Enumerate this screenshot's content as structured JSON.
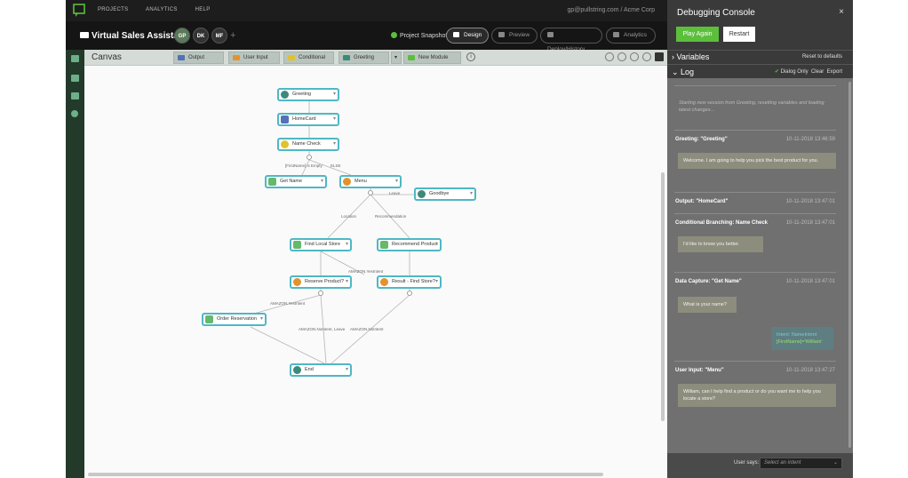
{
  "topnav": {
    "items": [
      "PROJECTS",
      "ANALYTICS",
      "HELP"
    ],
    "account": "gp@pullstring.com / Acme Corp"
  },
  "project": {
    "title": "Virtual Sales Assistant",
    "collaborators": [
      "GP",
      "DK",
      "MF"
    ],
    "add": "+",
    "snapshot": "Project Snapshot",
    "tabs": [
      {
        "label": "Design",
        "active": true
      },
      {
        "label": "Preview",
        "active": false
      },
      {
        "label": "Deploy/History",
        "active": false
      },
      {
        "label": "Analytics",
        "active": false
      }
    ]
  },
  "canvas": {
    "title": "Canvas",
    "modules": [
      "Output",
      "User Input",
      "Conditional",
      "Greeting",
      "New Module"
    ],
    "info": "i",
    "nodes": [
      {
        "id": "greeting",
        "label": "Greeting",
        "kind": "play"
      },
      {
        "id": "homecard",
        "label": "HomeCard",
        "kind": "card"
      },
      {
        "id": "namecheck",
        "label": "Name Check",
        "kind": "cond"
      },
      {
        "id": "getname",
        "label": "Get Name",
        "kind": "cap"
      },
      {
        "id": "menu",
        "label": "Menu",
        "kind": "inp"
      },
      {
        "id": "goodbye",
        "label": "Goodbye",
        "kind": "play"
      },
      {
        "id": "findlocal",
        "label": "Find Local Store",
        "kind": "cap"
      },
      {
        "id": "recommend",
        "label": "Recommend Product",
        "kind": "cap"
      },
      {
        "id": "reserve",
        "label": "Reserve Product?",
        "kind": "inp"
      },
      {
        "id": "result",
        "label": "Result - Find Store?",
        "kind": "inp"
      },
      {
        "id": "order",
        "label": "Order Reservation",
        "kind": "cap"
      },
      {
        "id": "end",
        "label": "End",
        "kind": "play"
      }
    ],
    "edge_labels": [
      "[FirstName] is Empty",
      "ELSE",
      "Leave",
      "Location",
      "Recommendation",
      "AMAZON.YesIntent",
      "AMAZON.YesIntent",
      "AMAZON.NoIntent, Leave",
      "AMAZON.NoIntent"
    ]
  },
  "console": {
    "title": "Debugging Console",
    "close": "×",
    "play_again": "Play Again",
    "restart": "Restart",
    "variables": "Variables",
    "reset": "Reset to defaults",
    "log": "Log",
    "dialog_only": "Dialog Only",
    "clear": "Clear",
    "export": "Export",
    "system_message": "Starting new session from Greeting, resetting variables and loading latest changes...",
    "entries": [
      {
        "title": "Greeting: \"Greeting\"",
        "time": "10-11-2018 13:46:59"
      },
      {
        "title": "Output: \"HomeCard\"",
        "time": "10-11-2018 13:47:01"
      },
      {
        "title": "Conditional Branching: Name Check",
        "time": "10-11-2018 13:47:01"
      },
      {
        "title": "Data Capture: \"Get Name\"",
        "time": "10-11-2018 13:47:01"
      },
      {
        "title": "User Input: \"Menu\"",
        "time": "10-11-2018 13:47:27"
      }
    ],
    "bubbles": {
      "welcome": "Welcome. I am going to help you pick the best product for you.",
      "know": "I'd like to know you better.",
      "ask_name": "What is your name?",
      "user_intent": "Intent: NameIntent",
      "user_slot": "[FirstName]='William'",
      "help": "William, can I help find a product or do you want me to help you locate a store?"
    },
    "user_says": "User says:",
    "intent_placeholder": "Select an intent",
    "dropdown": "⌄"
  }
}
